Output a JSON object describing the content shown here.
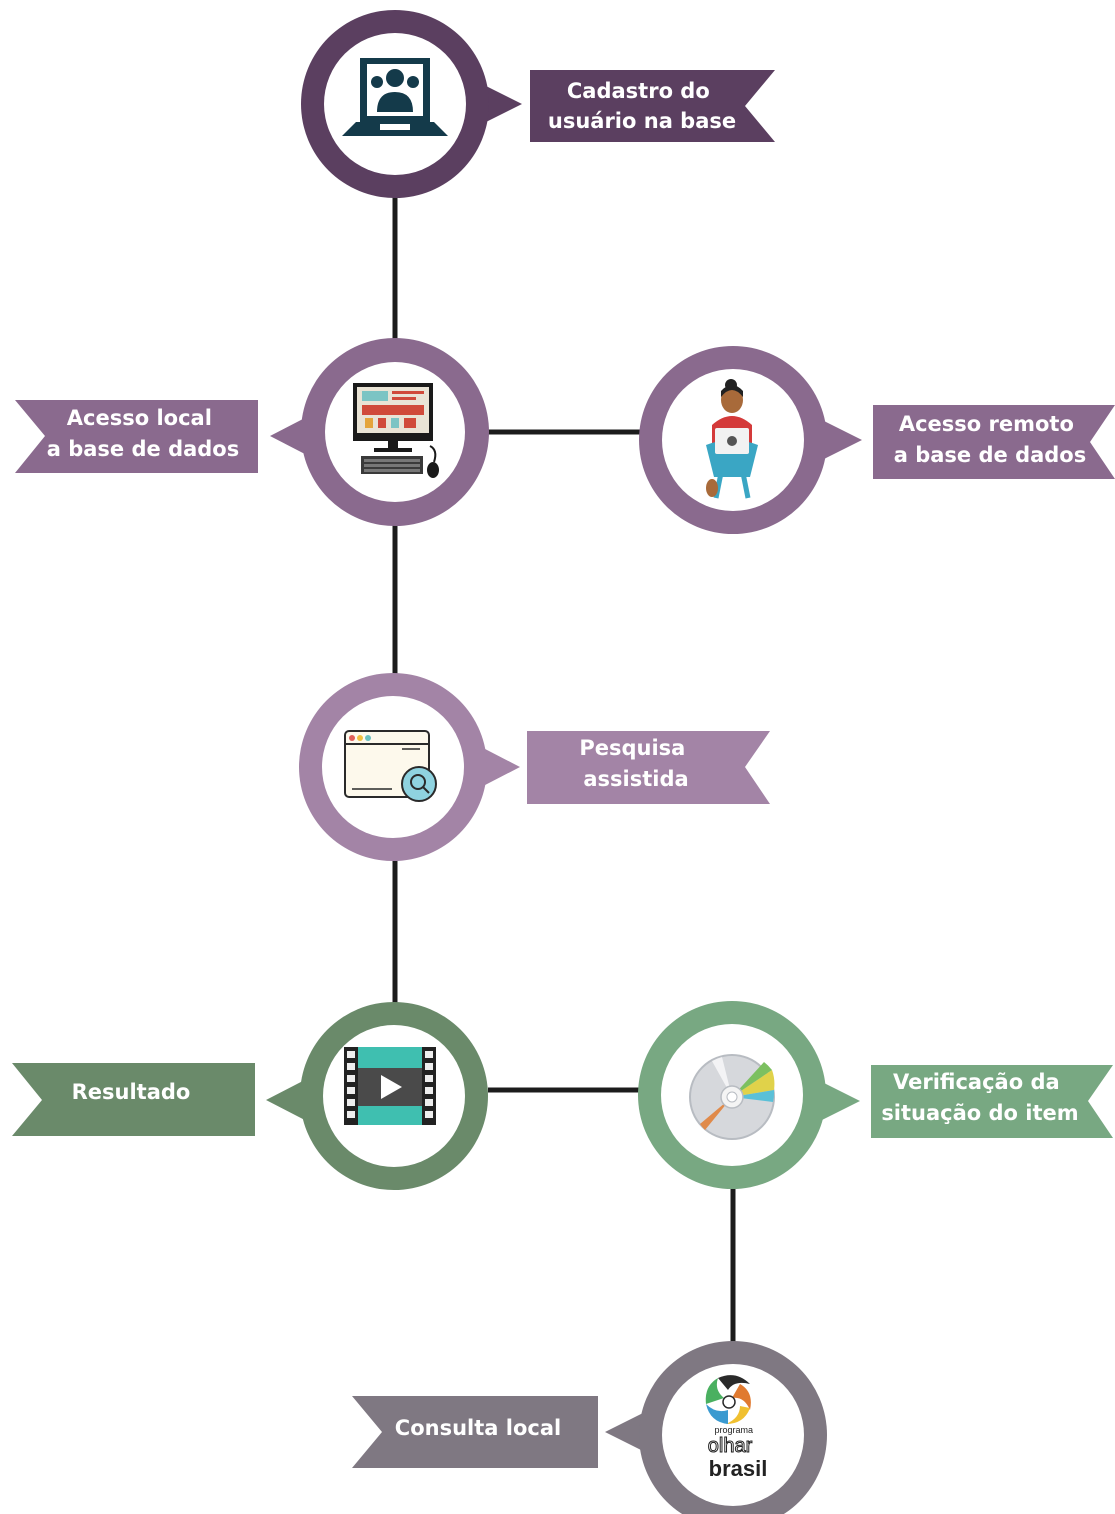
{
  "colors": {
    "line": "#1c1c1c",
    "purple_dark": "#5b3f60",
    "purple_mid": "#8a6a8e",
    "purple_light": "#a384a6",
    "green_dark": "#6a8a6a",
    "green_light": "#78a882",
    "gray": "#7f7882"
  },
  "steps": {
    "cadastro": {
      "label_lines": [
        "Cadastro do",
        "usuário na base"
      ],
      "icon": "user-registration-laptop-icon"
    },
    "acesso_local": {
      "label_lines": [
        "Acesso local",
        "a base de dados"
      ],
      "icon": "desktop-computer-icon"
    },
    "acesso_remoto": {
      "label_lines": [
        "Acesso remoto",
        "a base de dados"
      ],
      "icon": "person-with-laptop-icon"
    },
    "pesquisa": {
      "label_lines": [
        "Pesquisa",
        "assistida"
      ],
      "icon": "browser-search-icon"
    },
    "resultado": {
      "label_lines": [
        "Resultado"
      ],
      "icon": "video-play-icon"
    },
    "verificacao": {
      "label_lines": [
        "Verificação da",
        "situação do item"
      ],
      "icon": "disc-icon"
    },
    "consulta": {
      "label_lines": [
        "Consulta local"
      ],
      "icon": "olhar-brasil-logo-icon",
      "logo_text": {
        "top": "programa",
        "middle": "olhar",
        "bottom": "brasil"
      }
    }
  }
}
